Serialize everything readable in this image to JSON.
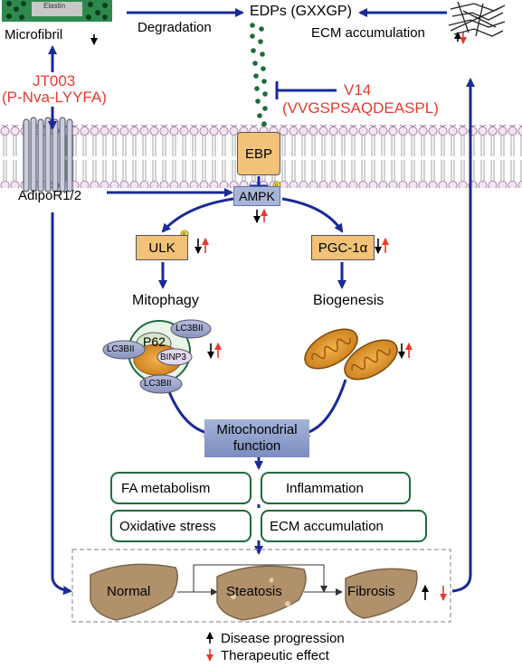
{
  "top": {
    "elastin_label": "Elastin",
    "microfibril_label": "Microfibril",
    "degradation_label": "Degradation",
    "edps_label": "EDPs (GXXGP)",
    "ecm_accum_top_label": "ECM  accumulation"
  },
  "drugs": {
    "jt003_name": "JT003",
    "jt003_seq": "(P-Nva-LYYFA)",
    "v14_name": "V14",
    "v14_seq": "(VVGSPSAQDEASPL)"
  },
  "receptors": {
    "ebp_label": "EBP",
    "adipor_label": "AdipoR1/2"
  },
  "signaling": {
    "ampk_label": "AMPK",
    "ulk_label": "ULK",
    "pgc_label": "PGC-1α",
    "mitophagy_label": "Mitophagy",
    "biogenesis_label": "Biogenesis",
    "p62_label": "P62",
    "lc3bii_label": "LC3BII",
    "binp3_label": "BINP3",
    "mito_function_line1": "Mitochondrial",
    "mito_function_line2": "function"
  },
  "outcomes": {
    "fa_label": "FA metabolism",
    "inflammation_label": "Inflammation",
    "oxidative_label": "Oxidative stress",
    "ecm_label": "ECM accumulation"
  },
  "liver": {
    "normal_label": "Normal",
    "steatosis_label": "Steatosis",
    "fibrosis_label": "Fibrosis"
  },
  "legend": {
    "disease_label": "Disease progression",
    "therapeutic_label": "Therapeutic effect"
  },
  "colors": {
    "arrow_blue": "#1a2a96",
    "drug_red": "#e53a2f",
    "box_green": "#1e6b3a",
    "orange_fill": "#f2c279",
    "liver_fill": "#b0916c"
  }
}
